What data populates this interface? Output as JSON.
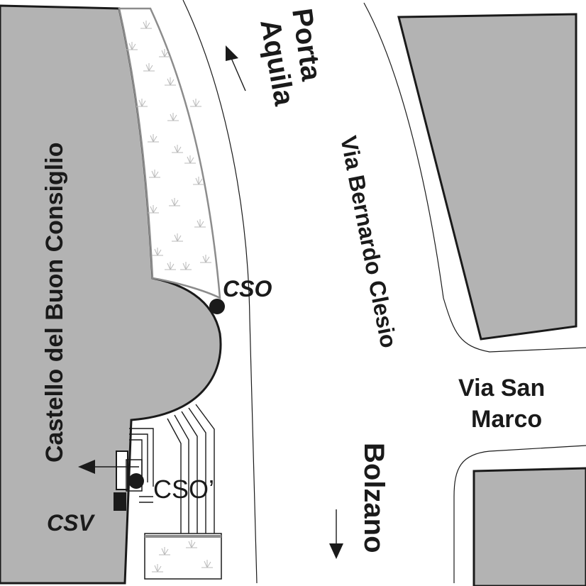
{
  "labels": {
    "castle": "Castello del Buon Consiglio",
    "porta_line1": "Porta",
    "porta_line2": "Aquila",
    "via_clesio": "Via Bernardo Clesio",
    "via_san_marco_line1": "Via San",
    "via_san_marco_line2": "Marco",
    "bolzano": "Bolzano",
    "cso": "CSO",
    "cso_prime": "CSO’",
    "csv": "CSV"
  },
  "colors": {
    "building_fill": "#b3b3b3",
    "outline": "#1a1a1a",
    "road": "#ffffff",
    "vegetation_mark": "#b9b9b9"
  },
  "icons": {
    "north_arrow": "arrow-up-left",
    "south_arrow": "arrow-down",
    "outfall_arrow": "arrow-left",
    "station_marker": "filled-circle"
  }
}
